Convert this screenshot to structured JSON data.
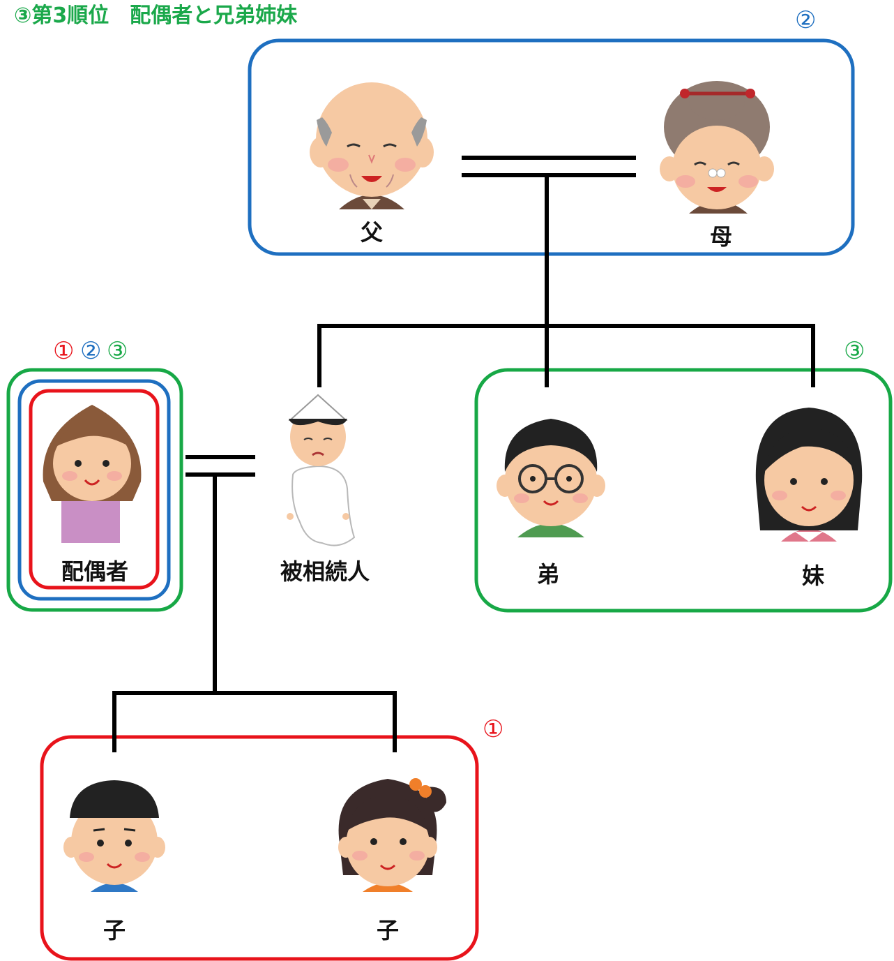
{
  "title": "③第3順位　配偶者と兄弟姉妹",
  "colors": {
    "priority1": "#e8131b",
    "priority2": "#1e6fc0",
    "priority3": "#17a846",
    "line": "#000000"
  },
  "markers": {
    "parents_group": "②",
    "siblings_group": "③",
    "children_group": "①",
    "spouse_1": "①",
    "spouse_2": "②",
    "spouse_3": "③"
  },
  "people": {
    "father": "父",
    "mother": "母",
    "spouse": "配偶者",
    "deceased": "被相続人",
    "younger_brother": "弟",
    "younger_sister": "妹",
    "child_boy": "子",
    "child_girl": "子"
  }
}
